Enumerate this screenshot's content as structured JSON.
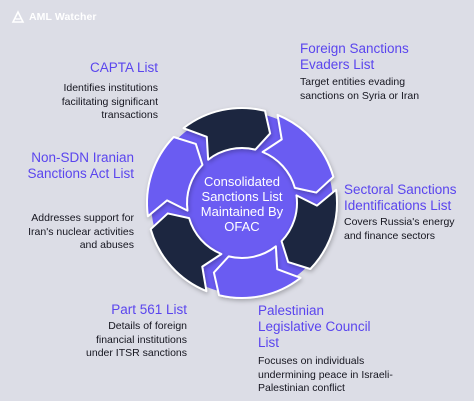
{
  "brand": {
    "name": "AML Watcher"
  },
  "center": {
    "lines": [
      "Consolidated",
      "Sanctions List",
      "Maintained By",
      "OFAC"
    ]
  },
  "colors": {
    "accent": "#5a45ee",
    "dark_segment": "#1b2840",
    "light_segment": "#6b5cf2",
    "background": "#dcdde6"
  },
  "lists": [
    {
      "title": [
        "CAPTA List"
      ],
      "description": [
        "Identifies institutions",
        "facilitating significant",
        "transactions"
      ]
    },
    {
      "title": [
        "Foreign Sanctions",
        "Evaders List"
      ],
      "description": [
        "Target entities evading",
        "sanctions on Syria or Iran"
      ]
    },
    {
      "title": [
        "Non-SDN Iranian",
        "Sanctions Act List"
      ],
      "description": [
        "Addresses support for",
        "Iran's nuclear activities",
        "and abuses"
      ]
    },
    {
      "title": [
        "Sectoral Sanctions",
        "Identifications List"
      ],
      "description": [
        "Covers Russia's energy",
        "and finance sectors"
      ]
    },
    {
      "title": [
        "Part 561 List"
      ],
      "description": [
        "Details of foreign",
        "financial institutions",
        "under ITSR sanctions"
      ]
    },
    {
      "title": [
        "Palestinian",
        "Legislative Council",
        "List"
      ],
      "description": [
        "Focuses on individuals",
        "undermining peace in Israeli-",
        "Palestinian conflict"
      ]
    }
  ]
}
